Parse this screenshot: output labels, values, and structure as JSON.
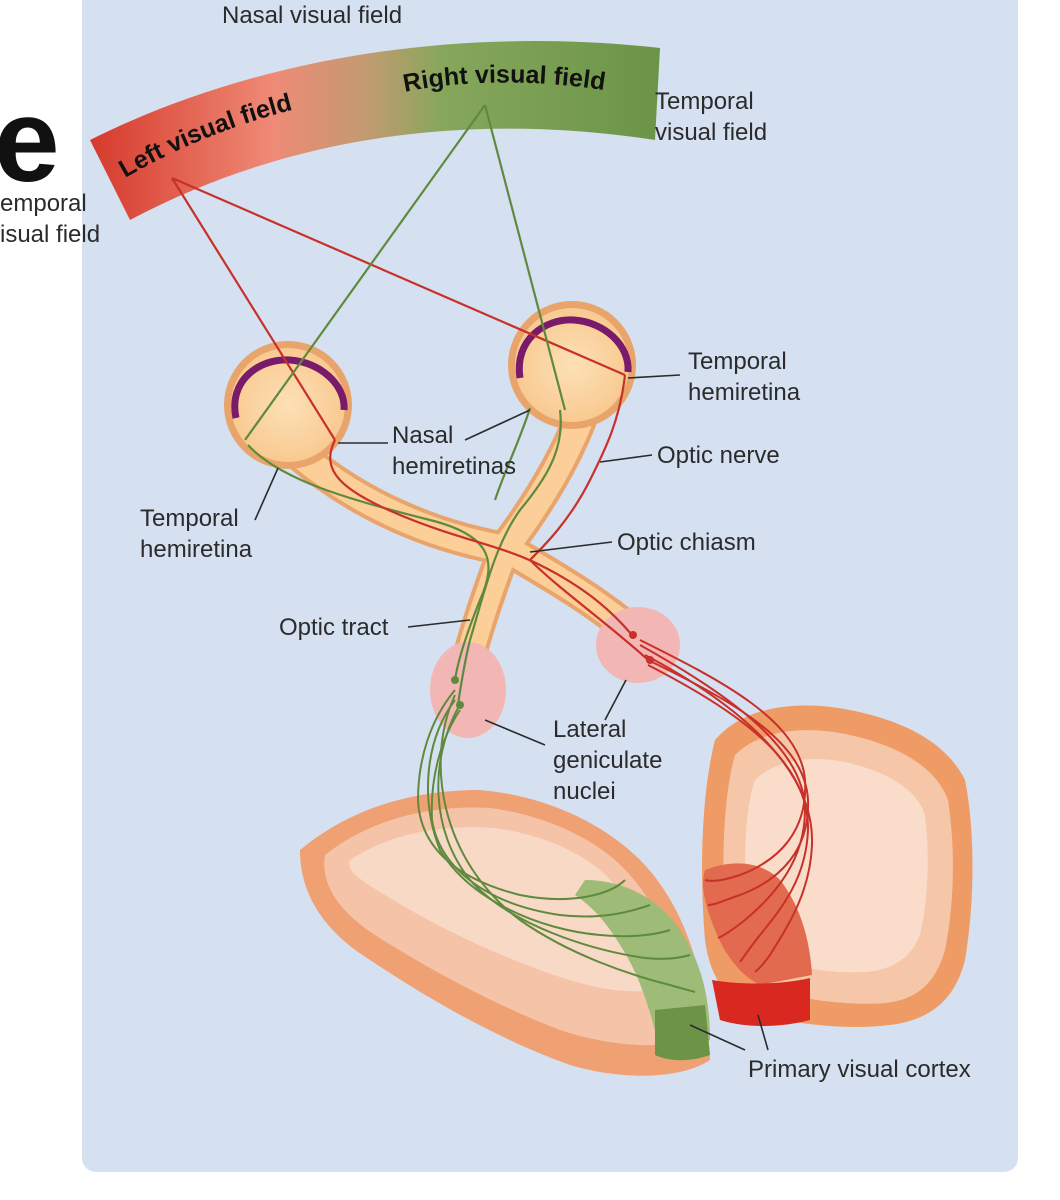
{
  "diagram": {
    "clipped_heading_fragment": "e",
    "nasal_visual_field": "Nasal visual field",
    "left_visual_field": "Left visual field",
    "right_visual_field": "Right visual field",
    "temporal_visual_field_right": "Temporal\nvisual field",
    "temporal_visual_field_left": "emporal\nisual field",
    "temporal_hemiretina_right": "Temporal\nhemiretina",
    "nasal_hemiretinas": "Nasal\nhemiretinas",
    "optic_nerve": "Optic nerve",
    "temporal_hemiretina_left": "Temporal\nhemiretina",
    "optic_chiasm": "Optic chiasm",
    "optic_tract": "Optic tract",
    "lateral_geniculate_nuclei": "Lateral\ngeniculate\nnuclei",
    "primary_visual_cortex": "Primary visual cortex"
  },
  "colors": {
    "panel_background": "#d5e0f1",
    "left_field_red": "#d7382d",
    "right_field_green": "#6f9a4a",
    "eye_fill": "#fcd29c",
    "retina_purple": "#7a1a6a",
    "lgn_pink": "#f2b7b4",
    "cortex_orange": "#e7854c"
  }
}
